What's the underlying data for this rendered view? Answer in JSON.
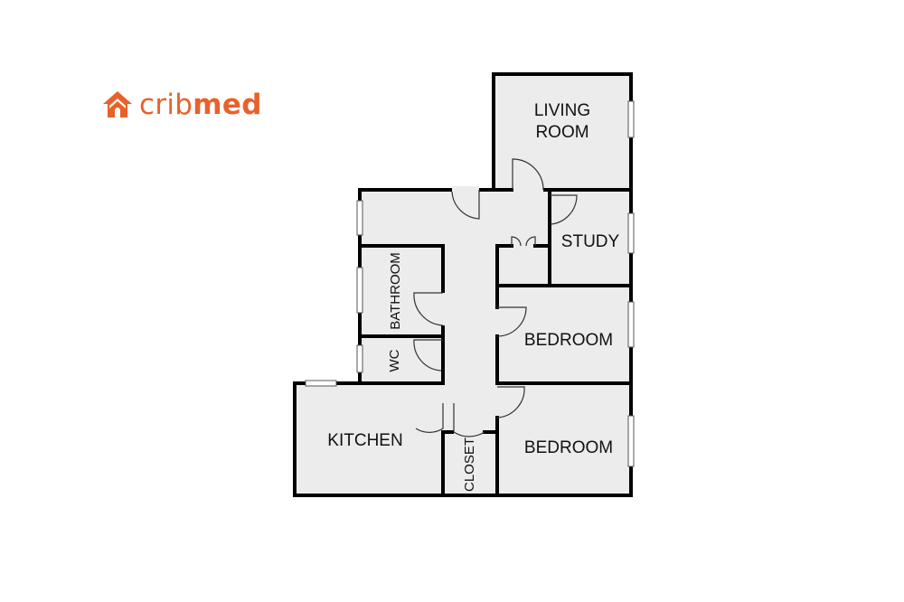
{
  "brand": {
    "name_part1": "crib",
    "name_part2": "med",
    "color": "#e8612b",
    "icon": "house-icon"
  },
  "plan": {
    "floor_color": "#ececec",
    "wall_color": "#000000",
    "rooms": {
      "living_room_line1": "LIVING",
      "living_room_line2": "ROOM",
      "study": "STUDY",
      "bedroom_1": "BEDROOM",
      "bedroom_2": "BEDROOM",
      "bathroom": "BATHROOM",
      "wc": "WC",
      "kitchen": "KITCHEN",
      "closet": "CLOSET"
    }
  }
}
